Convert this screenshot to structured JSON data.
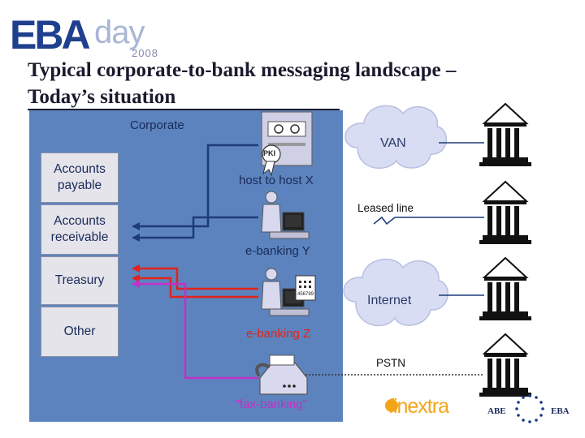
{
  "logo": {
    "part1": "EBA",
    "part2": "day",
    "year": "2008"
  },
  "title": {
    "line1": "Typical corporate-to-bank messaging landscape –",
    "line2": "Today’s situation"
  },
  "corporate_label": "Corporate",
  "departments": [
    "Accounts payable",
    "Accounts receivable",
    "Treasury",
    "Other"
  ],
  "channels": {
    "host": "host to host X",
    "ebank_y": "e-banking Y",
    "ebank_z": "e-banking Z",
    "fax": "“fax-banking”"
  },
  "networks": {
    "van": "VAN",
    "leased": "Leased line",
    "internet": "Internet",
    "pstn": "PSTN"
  },
  "badges": {
    "pki": "PKI",
    "card_number": "456789"
  },
  "footer_logos": {
    "finextra": "finextra",
    "abe": "ABE",
    "eba": "EBA"
  },
  "colors": {
    "panel": "#5c83bd",
    "line_dark": "#1e3a78",
    "line_red": "#e2231a",
    "line_purple": "#c330c8",
    "cloud": "#d9ddf3"
  }
}
